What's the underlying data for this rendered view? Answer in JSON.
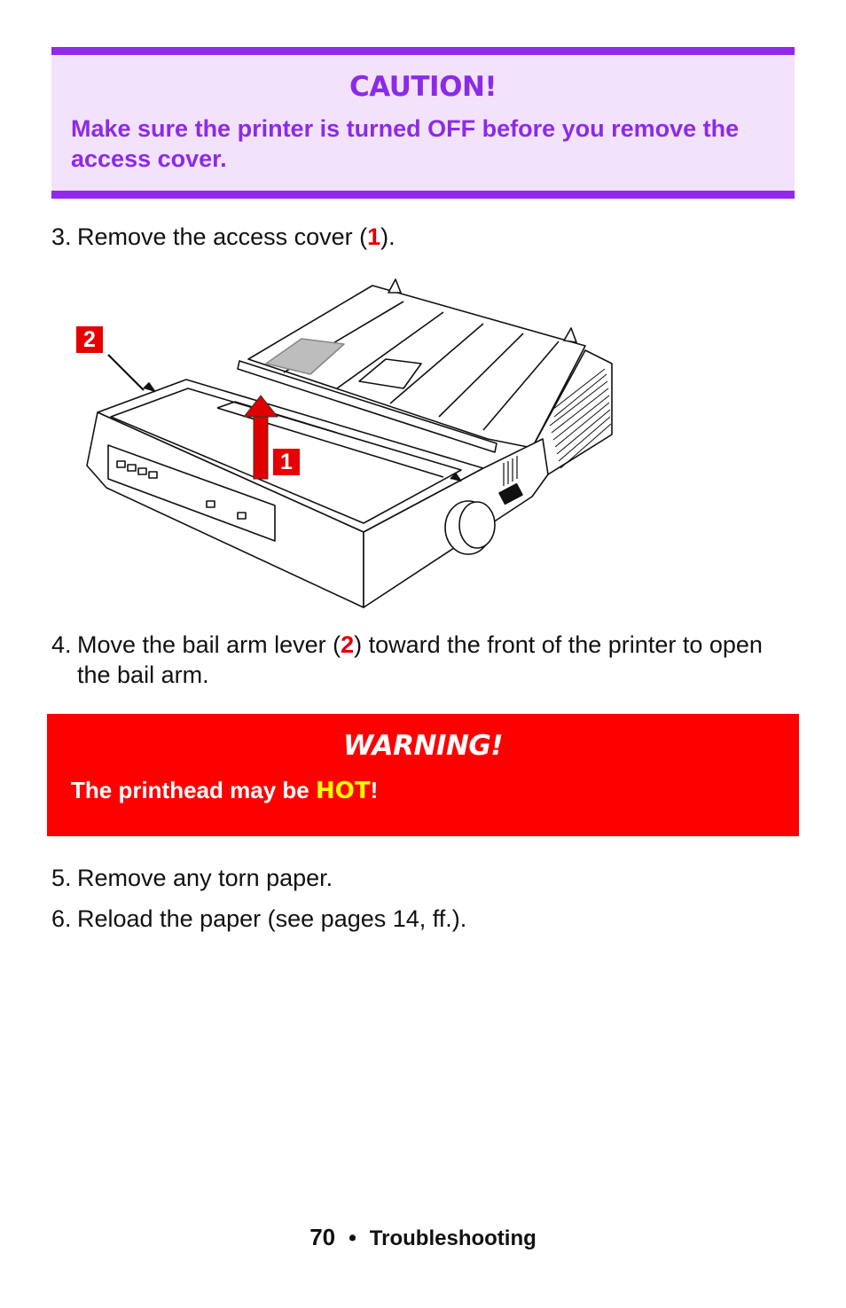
{
  "caution": {
    "title": "CAUTION!",
    "body": "Make sure the printer is turned OFF before you remove the access cover."
  },
  "steps": [
    {
      "number": "3.",
      "before": "Remove the access cover (",
      "ref": "1",
      "after": ")."
    },
    {
      "number": "4.",
      "before": "Move the bail arm lever (",
      "ref": "2",
      "after": ") toward the front of the printer to open the bail arm."
    },
    {
      "number": "5.",
      "text": "Remove any torn paper."
    },
    {
      "number": "6.",
      "text": "Reload the paper (see pages 14, ff.)."
    }
  ],
  "figure": {
    "callout_1": "1",
    "callout_2": "2"
  },
  "warning": {
    "title": "WARNING!",
    "body_before": "The printhead may be ",
    "hot": "HOT",
    "body_after": "!"
  },
  "footer": {
    "page_number": "70",
    "separator": "•",
    "section": "Troubleshooting"
  },
  "colors": {
    "caution_accent": "#9227ee",
    "caution_bg": "#f3e2fb",
    "warning_bg": "#ff0000",
    "callout_red": "#e60000",
    "hot_yellow": "#ffff00"
  }
}
